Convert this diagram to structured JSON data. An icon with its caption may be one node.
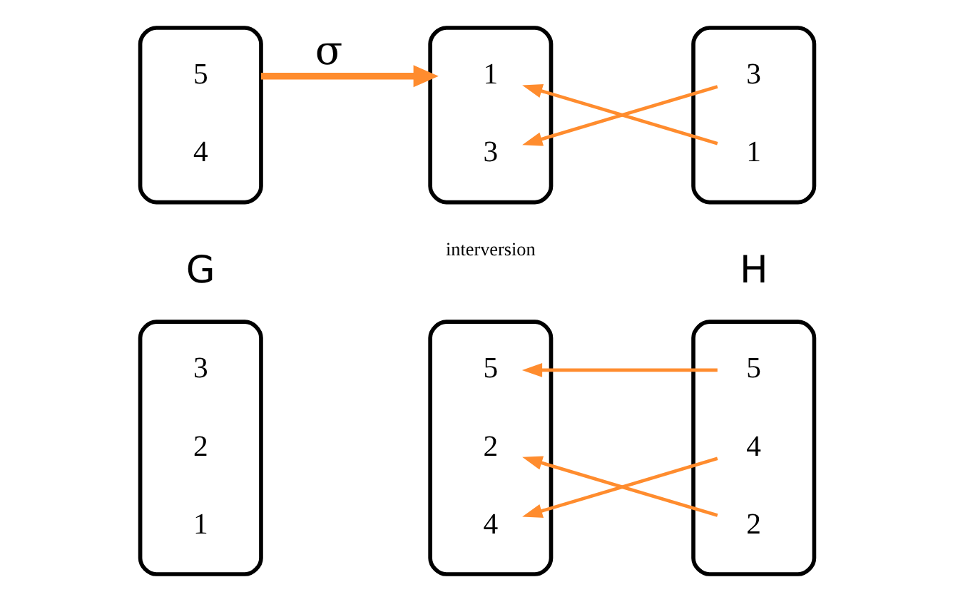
{
  "diagram": {
    "nodes": [
      {
        "text": [],
        "shape": "ellipse"
      },
      {
        "text": [
          "1"
        ],
        "in": 0
      },
      {
        "text": [
          "2"
        ],
        "in": 0
      },
      {
        "text": [
          "3"
        ],
        "in": 0
      },
      {
        "text": [],
        "shape": "ellipse"
      },
      {
        "text": [
          "4"
        ],
        "in": 4
      },
      {
        "text": [
          "2"
        ],
        "in": 4
      },
      {
        "text": [
          "5"
        ],
        "in": 4
      },
      {
        "text": [],
        "shape": "ellipse"
      },
      {
        "text": [
          "2"
        ],
        "in": 8
      },
      {
        "text": [
          "4"
        ],
        "in": 8
      },
      {
        "text": [
          "5"
        ],
        "in": 8
      },
      {
        "text": [],
        "shape": "ellipse"
      },
      {
        "text": [
          "4"
        ],
        "in": 12
      },
      {
        "text": [
          "5"
        ],
        "in": 12
      },
      {
        "text": [],
        "shape": "ellipse"
      },
      {
        "text": [
          "3"
        ],
        "in": 15
      },
      {
        "text": [
          "1"
        ],
        "in": 15
      },
      {
        "text": [],
        "shape": "ellipse"
      },
      {
        "text": [
          "1"
        ],
        "in": 18
      },
      {
        "text": [
          "3"
        ],
        "in": 18
      }
    ],
    "edges": [
      {
        "from": 9,
        "to": 6,
        "arrow": "to",
        "color": "#ff8c2e"
      },
      {
        "from": 10,
        "to": 5,
        "arrow": "to",
        "color": "#ff8c2e"
      },
      {
        "from": 11,
        "to": 7,
        "arrow": "to",
        "color": "#ff8c2e"
      },
      {
        "from": 19,
        "to": 17,
        "arrow": "to",
        "color": "#ff8c2e"
      },
      {
        "from": 20,
        "to": 16,
        "arrow": "to",
        "color": "#ff8c2e"
      },
      {
        "from": 12,
        "to": 15,
        "arrow": "to",
        "label": "σ",
        "style": "thick",
        "color": "#ff8c2e"
      }
    ],
    "labels": [
      "G",
      "H",
      "interversion"
    ]
  }
}
